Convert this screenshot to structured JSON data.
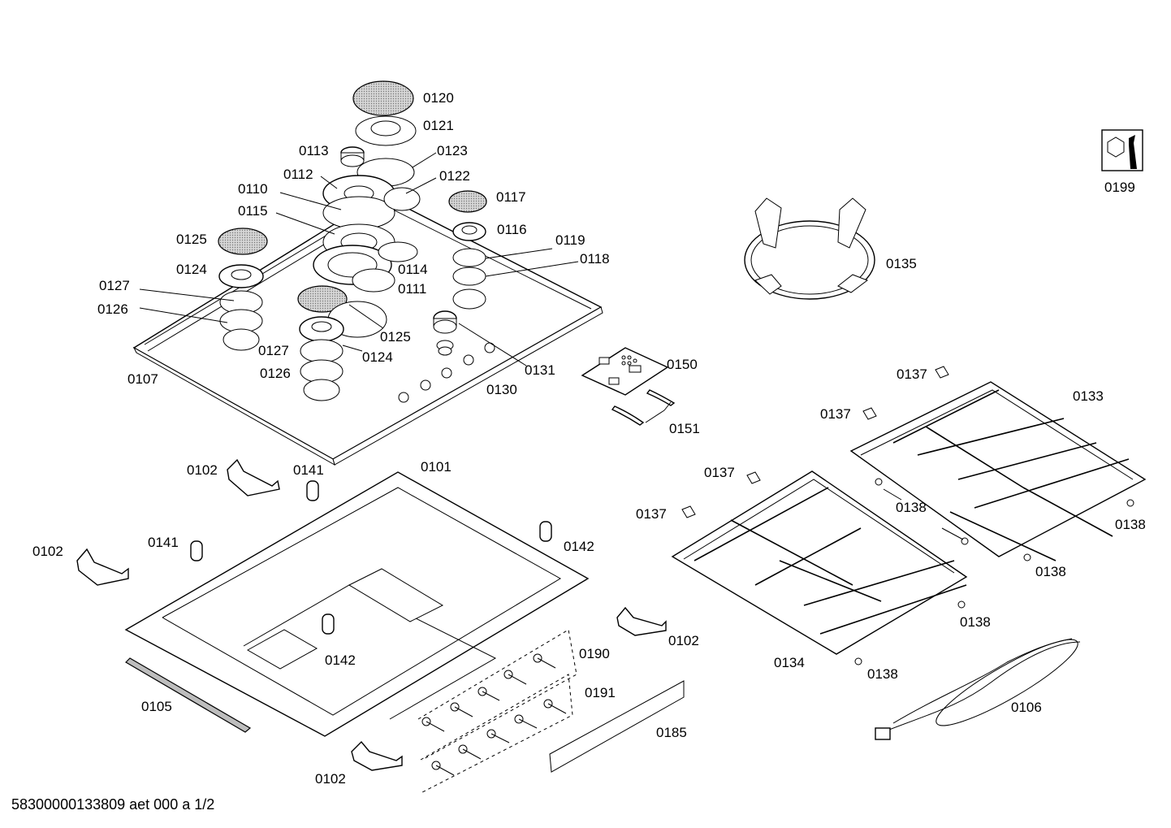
{
  "footer": "58300000133809 aet 000 a 1/2",
  "labels": {
    "l0120": "0120",
    "l0121": "0121",
    "l0113": "0113",
    "l0123": "0123",
    "l0112": "0112",
    "l0122": "0122",
    "l0110": "0110",
    "l0117": "0117",
    "l0115": "0115",
    "l0116": "0116",
    "l0125a": "0125",
    "l0119": "0119",
    "l0124a": "0124",
    "l0118": "0118",
    "l0114": "0114",
    "l0127a": "0127",
    "l0111": "0111",
    "l0126a": "0126",
    "l0125b": "0125",
    "l0127b": "0127",
    "l0124b": "0124",
    "l0126b": "0126",
    "l0131": "0131",
    "l0107": "0107",
    "l0130": "0130",
    "l0150": "0150",
    "l0151": "0151",
    "l0199": "0199",
    "l0135": "0135",
    "l0137a": "0137",
    "l0133": "0133",
    "l0137b": "0137",
    "l0137c": "0137",
    "l0137d": "0137",
    "l0138a": "0138",
    "l0138b": "0138",
    "l0138c": "0138",
    "l0138d": "0138",
    "l0138e": "0138",
    "l0134": "0134",
    "l0106": "0106",
    "l0102a": "0102",
    "l0141a": "0141",
    "l0101": "0101",
    "l0102b": "0102",
    "l0141b": "0141",
    "l0142a": "0142",
    "l0142b": "0142",
    "l0102c": "0102",
    "l0190": "0190",
    "l0191": "0191",
    "l0105": "0105",
    "l0185": "0185",
    "l0102d": "0102"
  }
}
